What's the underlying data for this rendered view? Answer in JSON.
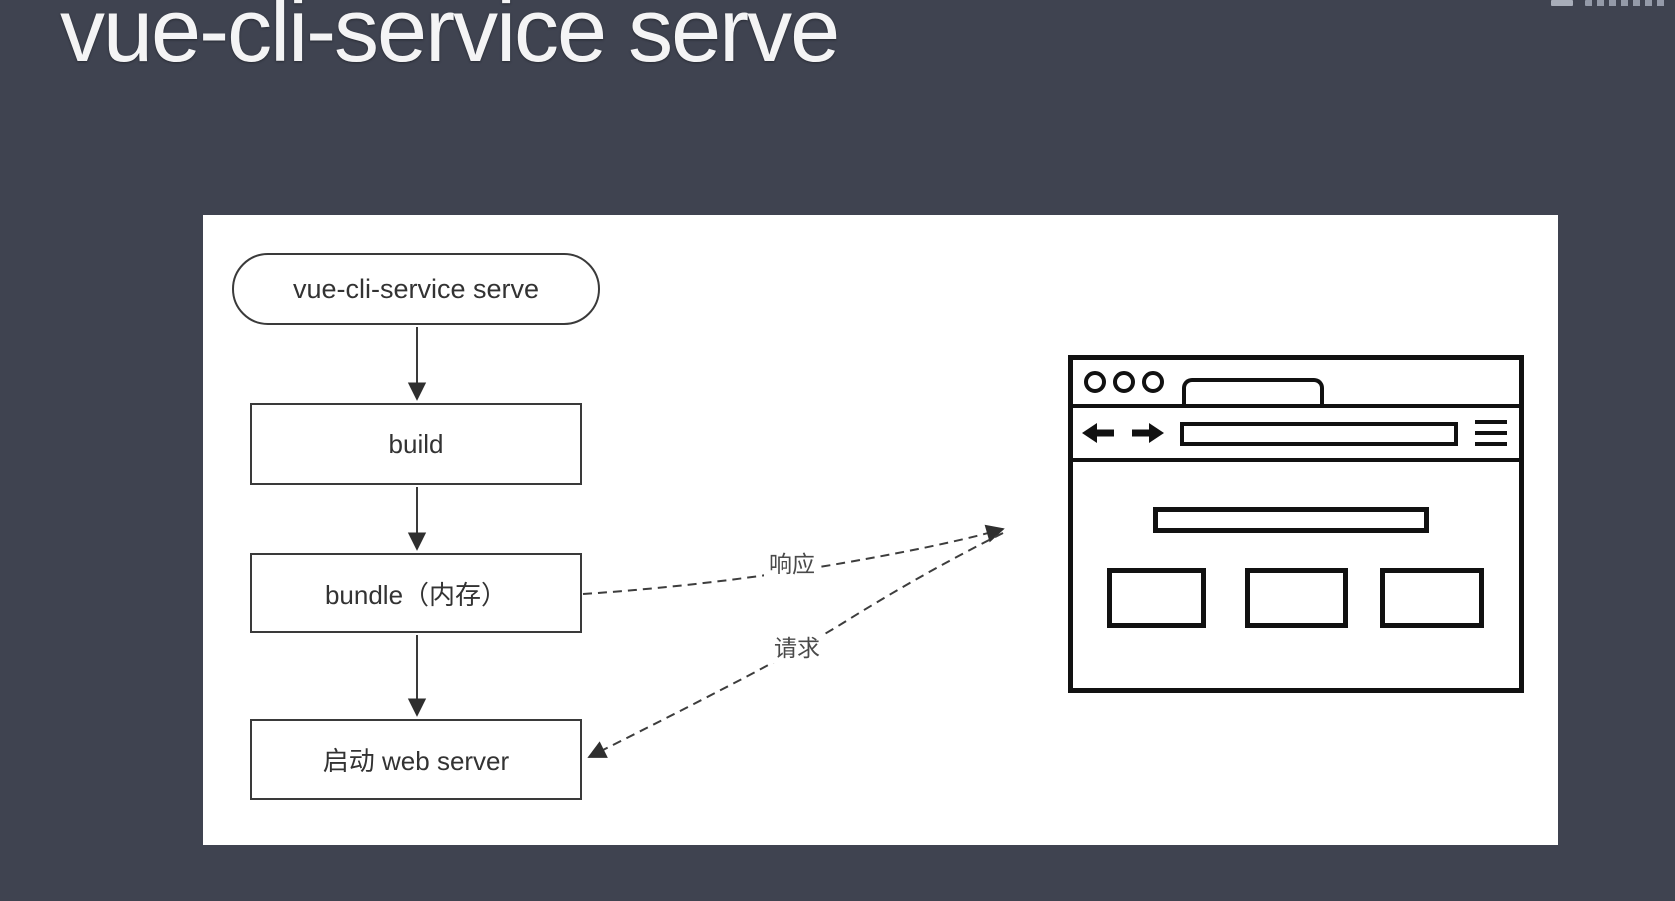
{
  "page": {
    "title": "vue-cli-service serve",
    "background_color": "#3f4350"
  },
  "diagram": {
    "panel_bg": "#ffffff",
    "stroke_color": "#3a3a3a",
    "nodes": [
      {
        "id": "start",
        "label": "vue-cli-service serve",
        "shape": "rounded-pill"
      },
      {
        "id": "build",
        "label": "build",
        "shape": "rectangle"
      },
      {
        "id": "bundle",
        "label": "bundle（内存）",
        "shape": "rectangle"
      },
      {
        "id": "server",
        "label": "启动 web server",
        "shape": "rectangle"
      }
    ],
    "flow_edges": [
      {
        "from": "start",
        "to": "build",
        "style": "solid-arrow"
      },
      {
        "from": "build",
        "to": "bundle",
        "style": "solid-arrow"
      },
      {
        "from": "bundle",
        "to": "server",
        "style": "solid-arrow"
      }
    ],
    "message_edges": [
      {
        "label": "响应",
        "from": "bundle",
        "to": "browser",
        "style": "dashed-arrow"
      },
      {
        "label": "请求",
        "from": "browser",
        "to": "server",
        "style": "dashed-arrow"
      }
    ],
    "browser_icons": [
      "window-buttons-icon",
      "browser-tab-icon",
      "back-arrow-icon",
      "forward-arrow-icon",
      "address-bar",
      "menu-icon",
      "heading-placeholder",
      "content-box"
    ]
  }
}
